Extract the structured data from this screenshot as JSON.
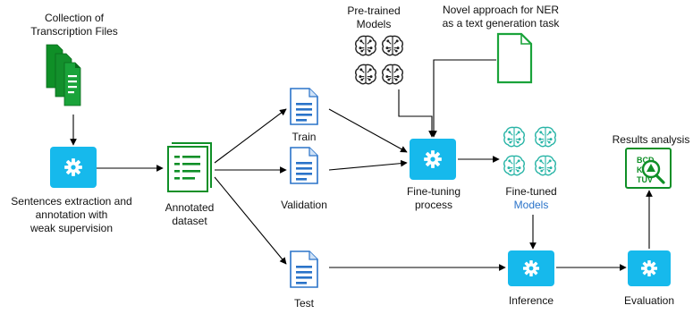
{
  "colors": {
    "process_blue": "#16b9ec",
    "green_dark": "#0f8f27",
    "green_light": "#1aa33a",
    "teal": "#2ab5a7",
    "ink": "#111111"
  },
  "nodes": {
    "collection": {
      "lines": [
        "Collection of",
        "Transcription Files"
      ],
      "icon": "stacked-documents-icon"
    },
    "extraction": {
      "lines": [
        "Sentences extraction and",
        "annotation with",
        "weak supervision"
      ],
      "icon": "gear-icon"
    },
    "annotated": {
      "lines": [
        "Annotated",
        "dataset"
      ],
      "icon": "dataset-document-icon"
    },
    "train": {
      "label": "Train",
      "icon": "document-icon"
    },
    "validation": {
      "label": "Validation",
      "icon": "document-icon"
    },
    "test": {
      "label": "Test",
      "icon": "document-icon"
    },
    "pretrained": {
      "lines": [
        "Pre-trained",
        "Models"
      ],
      "icon": "brain-network-icon"
    },
    "novel": {
      "lines": [
        "Novel approach for NER",
        "as a text generation task"
      ],
      "icon": "blank-document-icon"
    },
    "finetuning": {
      "lines": [
        "Fine-tuning",
        "process"
      ],
      "icon": "gear-icon"
    },
    "finetuned": {
      "lines": [
        "Fine-tuned",
        "Models"
      ],
      "icon": "brain-network-icon"
    },
    "inference": {
      "label": "Inference",
      "icon": "gear-icon"
    },
    "evaluation": {
      "label": "Evaluation",
      "icon": "gear-icon"
    },
    "results": {
      "label": "Results analysis",
      "icon": "magnifier-analysis-icon",
      "glyphs": [
        "BCD",
        "KN",
        "TUV"
      ]
    }
  }
}
